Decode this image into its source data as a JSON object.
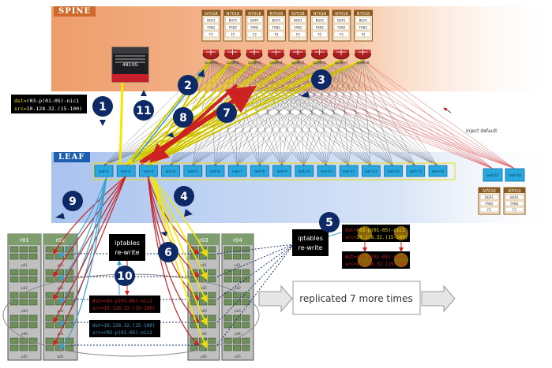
{
  "bands": {
    "spine": "SPINE",
    "leaf": "LEAF"
  },
  "colors": {
    "spine_band": "#f0a070",
    "leaf_band": "#bcd0f0",
    "callout": "#0d2a66",
    "switch": "#29a8e0",
    "yellow": "#f4e800",
    "red": "#cc2222",
    "blue": "#3aa0d0",
    "navy": "#16306a"
  },
  "spine_cards": {
    "title": "N7018",
    "rows": [
      "BGP1",
      "FAN2",
      "F2"
    ],
    "count": 8
  },
  "spine_routers": [
    "spine-r1",
    "spine-r2",
    "spine-r3",
    "spine-r4",
    "spine-r5",
    "spine-r6",
    "spine-r7",
    "spine-r8"
  ],
  "chassis_label": "4810G",
  "annotation_inject_default": "inject default",
  "leaf_switches": [
    "leaf-r1",
    "leaf-r2",
    "leaf-r3",
    "leaf-r4",
    "leaf-r5",
    "leaf-r6",
    "leaf-r7",
    "leaf-r8",
    "leaf-r9",
    "leaf-r10",
    "leaf-r11",
    "leaf-r12",
    "leaf-r13",
    "leaf-r14",
    "leaf-r15",
    "leaf-r16"
  ],
  "leaf_switches_right": [
    "leaf-r17",
    "leaf-r18"
  ],
  "right_cards": {
    "title": "N7010",
    "rows": [
      "BGP1",
      "FAN2",
      "F2"
    ]
  },
  "callouts": [
    "1",
    "2",
    "3",
    "4",
    "5",
    "6",
    "7",
    "8",
    "9",
    "10",
    "11"
  ],
  "flow_box_top": {
    "line1_prefix": "dst=",
    "line1_value": "r03-p(01-05)-nic1",
    "line2_prefix": "src=",
    "line2_value": "10.128.32.(15-100)"
  },
  "flow_box_center": {
    "line1_prefix": "dst=",
    "line1_value": "r02-p(01-05)-nic2",
    "line2_prefix": "src=",
    "line2_value": "10.128.32.(15-100)"
  },
  "flow_box_center2": {
    "line1_prefix": "dst=",
    "line1_value": "10.128.32.(15-100)",
    "line2_prefix": "src=",
    "line2_value": "r02-p(01-05)-nic2"
  },
  "flow_box_right_top": {
    "line1_prefix": "dst=",
    "line1_value": "r03-p(01-05)-nic1",
    "line2_prefix": "src=",
    "line2_value": "10.128.32.(15-100)"
  },
  "flow_box_right_bottom": {
    "line1_prefix": "dst=",
    "line1_value": "r03-p(01-05)-nic2",
    "line2_prefix": "src=",
    "line2_value": "10.128.32.(15-100)"
  },
  "iptables_label": [
    "iptables",
    "re-write"
  ],
  "racks": [
    {
      "name": "r01"
    },
    {
      "name": "r02"
    },
    {
      "name": "r03"
    },
    {
      "name": "r04"
    }
  ],
  "pods": [
    "p01",
    "p02",
    "p03",
    "p04",
    "p05"
  ],
  "replicated_text": "replicated 7 more times"
}
